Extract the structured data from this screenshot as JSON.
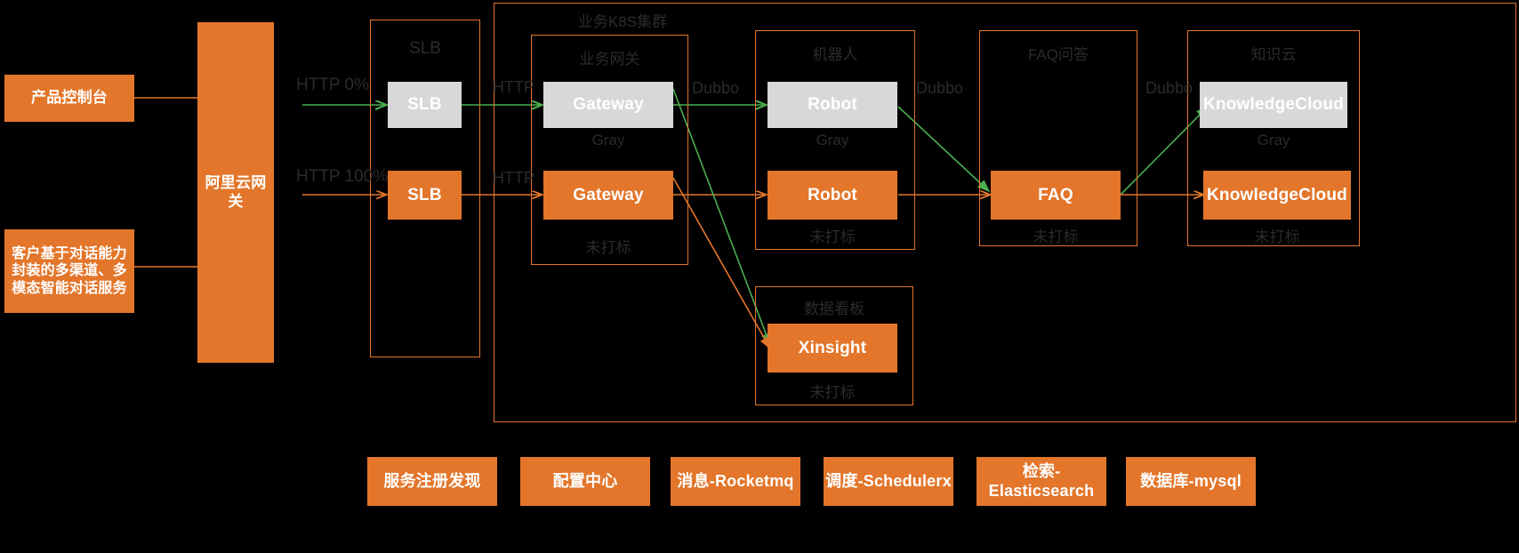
{
  "meta": {
    "colors": {
      "orange": "#E3762B",
      "gray": "#D8D8D8",
      "green": "#4CAF50",
      "background": "#000000",
      "label_text": "#2b2b2b"
    }
  },
  "left_sources": [
    {
      "label": "产品控制台"
    },
    {
      "label": "客户基于对话能力封装的多渠道、多模态智能对话服务"
    }
  ],
  "cloud_gateway": {
    "label": "阿里云网关"
  },
  "traffic_labels": {
    "gray_split": "HTTP   0%",
    "normal_split": "HTTP 100%"
  },
  "protocol_labels": {
    "slb_to_gateway_gray": "HTTP",
    "slb_to_gateway_normal": "HTTP",
    "gateway_to_robot_gray": "Dubbo",
    "robot_to_faq": "Dubbo",
    "faq_to_kc": "Dubbo"
  },
  "slb_group": {
    "title": "SLB",
    "nodes": [
      {
        "label": "SLB",
        "variant": "gray"
      },
      {
        "label": "SLB",
        "variant": "orange"
      }
    ]
  },
  "k8s_cluster": {
    "title": "业务K8S集群"
  },
  "service_groups": [
    {
      "title": "业务网关",
      "gray": {
        "label": "Gateway",
        "tag": "Gray"
      },
      "normal": {
        "label": "Gateway",
        "tag": "未打标"
      }
    },
    {
      "title": "机器人",
      "gray": {
        "label": "Robot",
        "tag": "Gray"
      },
      "normal": {
        "label": "Robot",
        "tag": "未打标"
      }
    },
    {
      "title": "FAQ问答",
      "gray": null,
      "normal": {
        "label": "FAQ",
        "tag": "未打标"
      }
    },
    {
      "title": "知识云",
      "gray": {
        "label": "KnowledgeCloud",
        "tag": "Gray"
      },
      "normal": {
        "label": "KnowledgeCloud",
        "tag": "未打标"
      }
    },
    {
      "title": "数据看板",
      "gray": null,
      "normal": {
        "label": "Xinsight",
        "tag": "未打标"
      }
    }
  ],
  "infrastructure": [
    {
      "label": "服务注册发现"
    },
    {
      "label": "配置中心"
    },
    {
      "label": "消息-Rocketmq"
    },
    {
      "label": "调度-Schedulerx"
    },
    {
      "label": "检索-Elasticsearch"
    },
    {
      "label": "数据库-mysql"
    }
  ]
}
